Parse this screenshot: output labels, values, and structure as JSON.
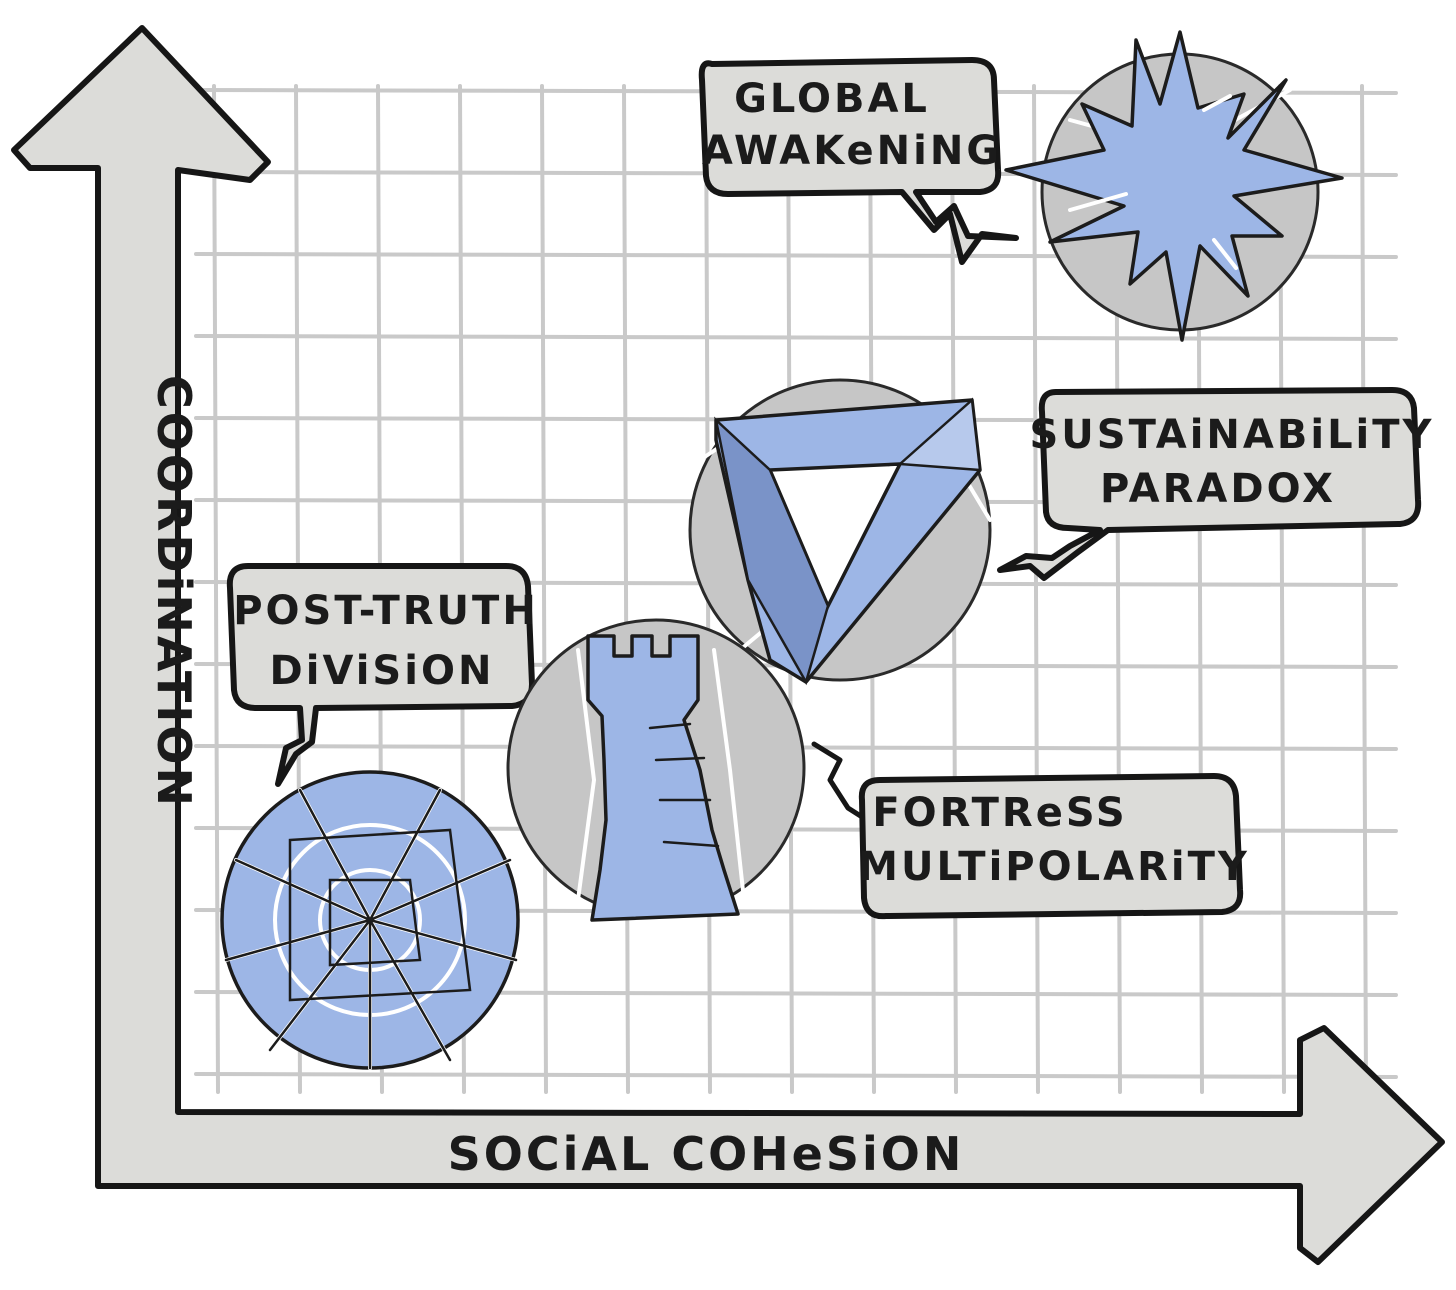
{
  "axes": {
    "y_label": "COORDiNATION",
    "x_label": "SOCiAL COHeSiON"
  },
  "scenarios": {
    "global_awakening": {
      "line1": "GLOBAL",
      "line2": "AWAKeNiNG",
      "icon": "starburst-icon"
    },
    "sustainability_paradox": {
      "line1": "SUSTAiNABiLiTY",
      "line2": "PARADOX",
      "icon": "impossible-triangle-icon"
    },
    "post_truth_division": {
      "line1": "POST-TRUTH",
      "line2": "DiViSiON",
      "icon": "shattered-disc-icon"
    },
    "fortress_multipolarity": {
      "line1": "FORTReSS",
      "line2": "MULTiPOLARiTY",
      "icon": "rook-tower-icon"
    }
  },
  "colors": {
    "accent_blue": "#9db6e6",
    "disc_gray": "#c6c6c6",
    "bubble_gray": "#dcdcd9",
    "ink": "#161616",
    "grid": "#c9c9c9"
  }
}
